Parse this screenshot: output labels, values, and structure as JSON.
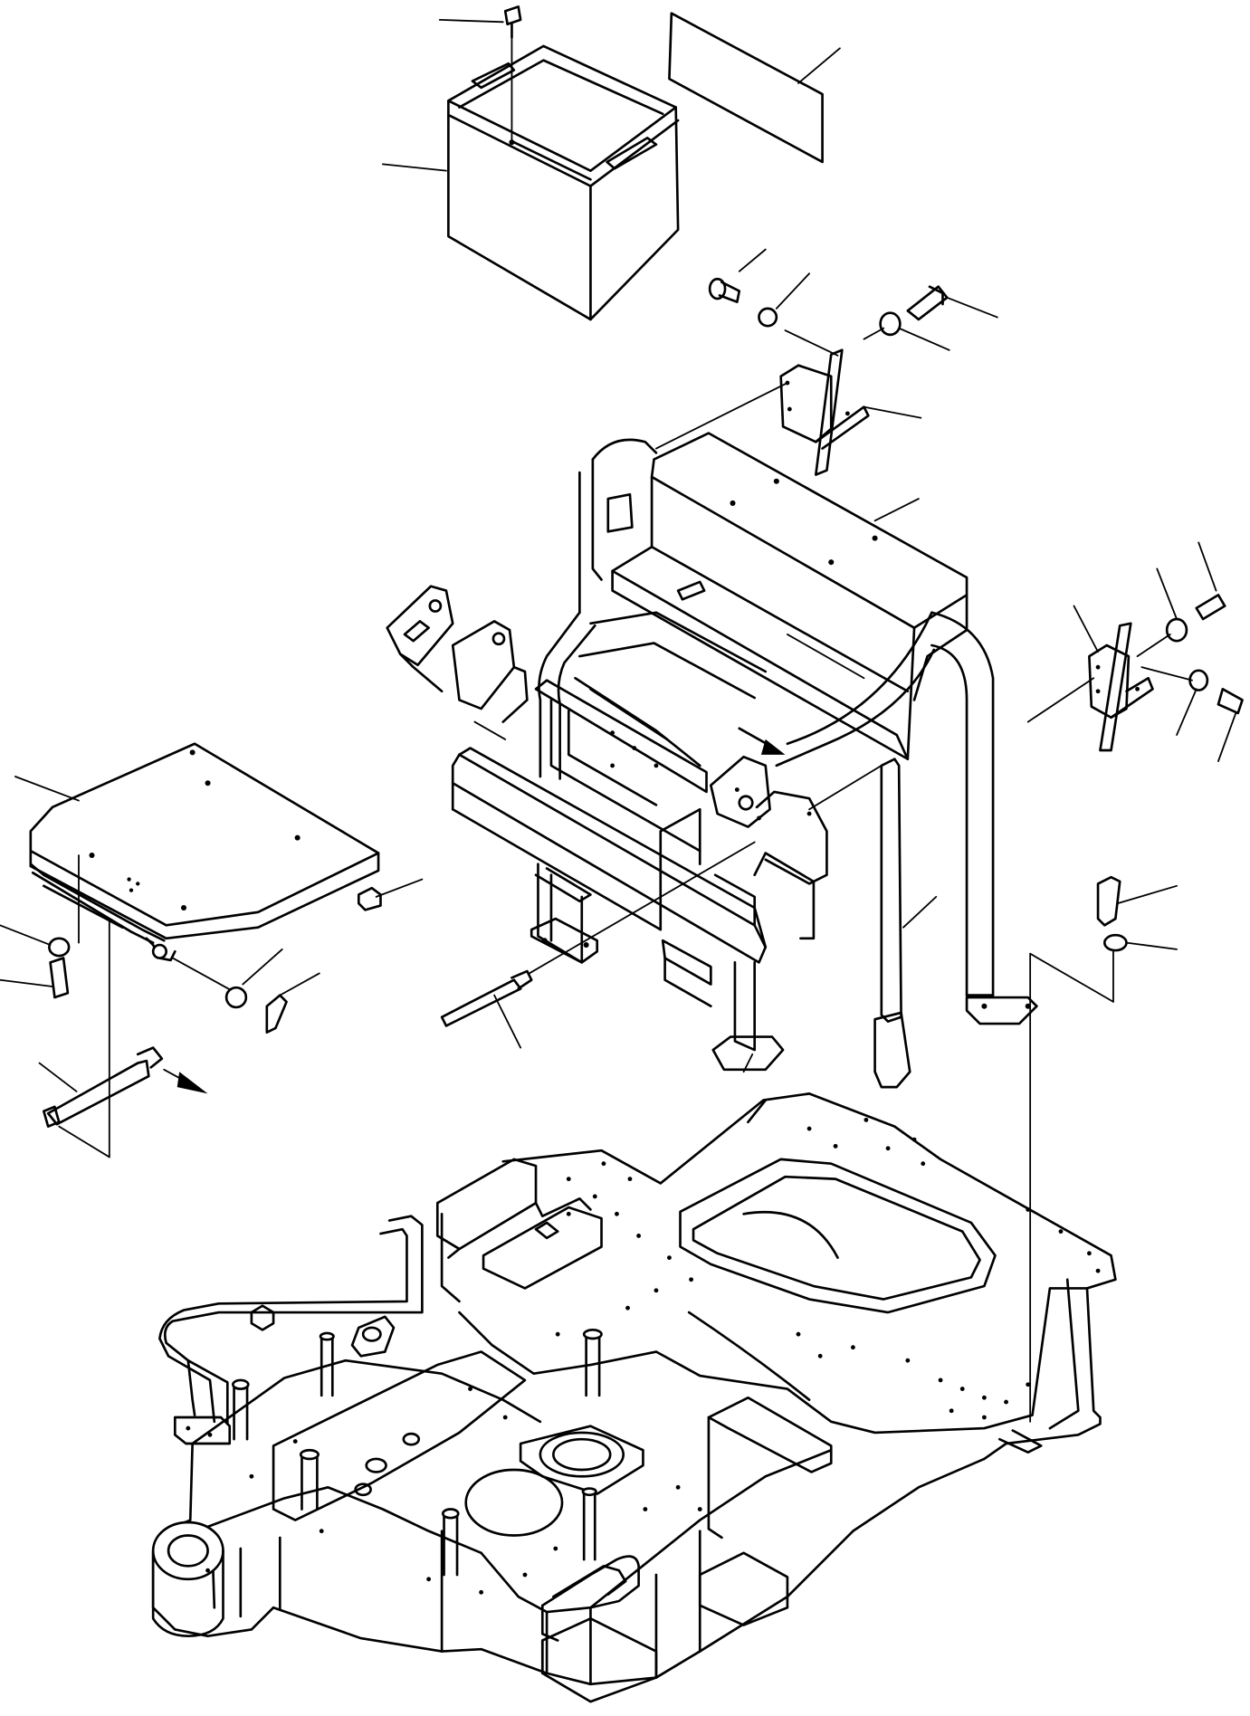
{
  "diagram": {
    "type": "exploded-parts-drawing",
    "background": "#ffffff",
    "line_color": "#000000",
    "labels": [],
    "parts": [
      "battery-box",
      "battery-pad",
      "box-bolt",
      "seat-mount-frame",
      "left-bracket",
      "right-bracket",
      "seat-plate",
      "gas-strut",
      "hinge-pin",
      "latch-rod",
      "upper-frame",
      "fasteners"
    ]
  }
}
